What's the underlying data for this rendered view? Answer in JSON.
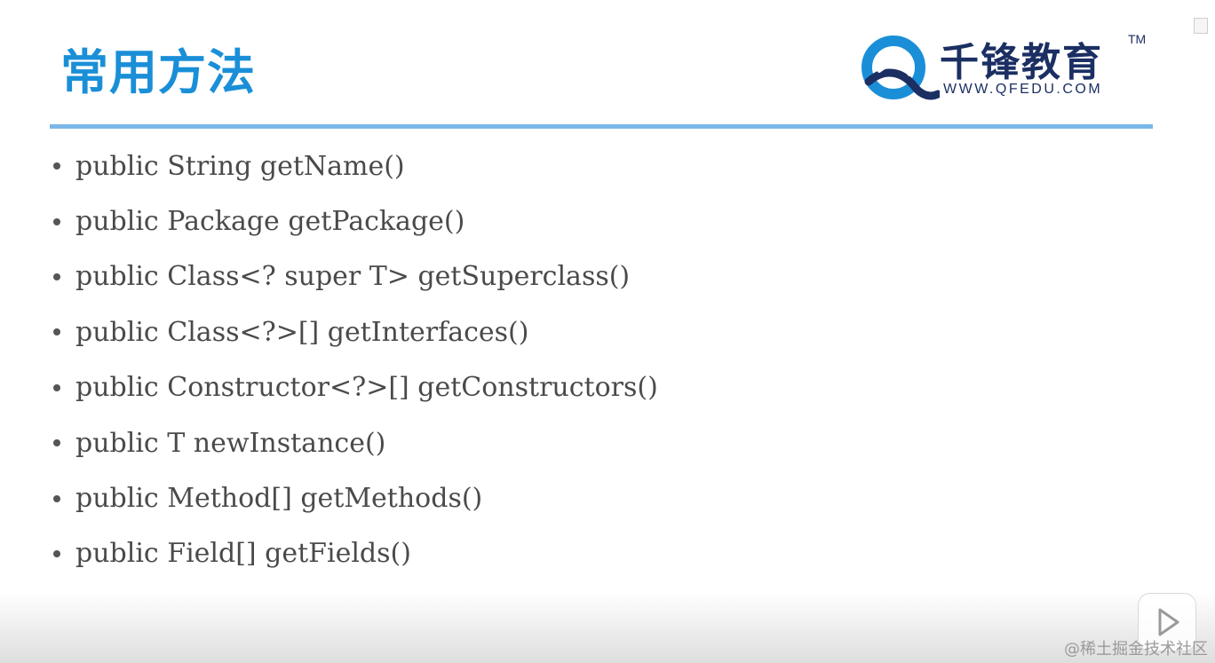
{
  "slide": {
    "title": "常用方法"
  },
  "logo": {
    "name_cn": "千锋教育",
    "trademark": "TM",
    "url": "WWW.QFEDU.COM",
    "colors": {
      "primary": "#1b2f63",
      "accent": "#1a8fd8"
    }
  },
  "methods": [
    "public String getName()",
    "public Package getPackage()",
    "public Class<? super T> getSuperclass()",
    "public Class<?>[] getInterfaces()",
    "public Constructor<?>[] getConstructors()",
    "public T newInstance()",
    "public Method[] getMethods()",
    "public Field[] getFields()"
  ],
  "player": {
    "play_icon": "play-icon"
  },
  "watermark": "@稀土掘金技术社区",
  "colors": {
    "title": "#1a8fd8",
    "divider": "#7ab7e8",
    "text": "#4a4a4a"
  }
}
